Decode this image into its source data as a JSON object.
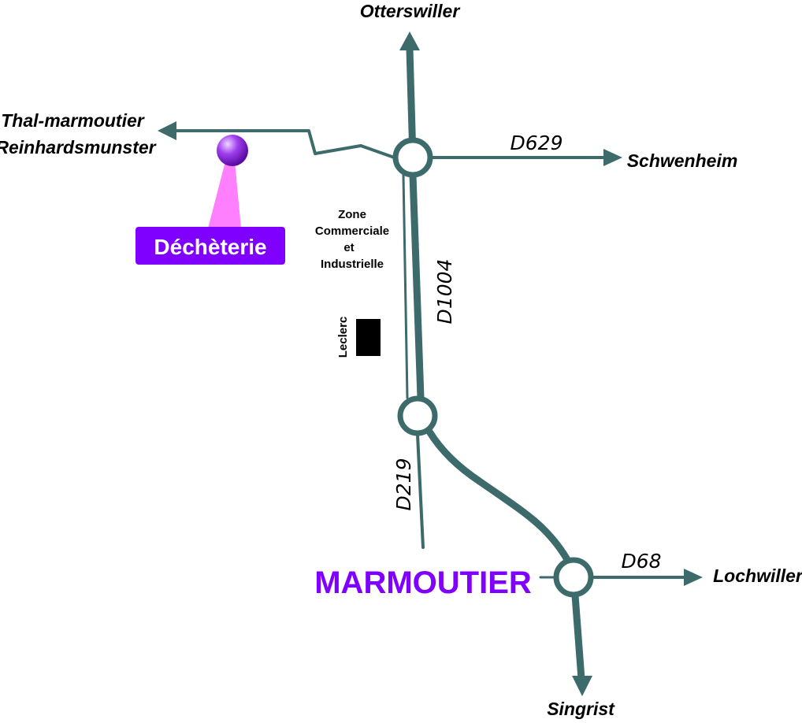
{
  "colors": {
    "road": "#3d6b6b",
    "accent": "#8000ff",
    "marker_beam": "#ff80ff",
    "building": "#000000"
  },
  "towns": {
    "north": "Otterswiller",
    "west_line1": "Thal-marmoutier",
    "west_line2": "Reinhardsmunster",
    "east": "Schwenheim",
    "southeast": "Lochwiller",
    "south": "Singrist"
  },
  "roads": {
    "d629": "D629",
    "d1004": "D1004",
    "d219": "D219",
    "d68": "D68"
  },
  "zone": {
    "line1": "Zone",
    "line2": "Commerciale",
    "line3": "et",
    "line4": "Industrielle"
  },
  "store": "Leclerc",
  "dechetterie": "Déchèterie",
  "city": "MARMOUTIER",
  "icons": {
    "marker": "pin-sphere-icon",
    "arrow": "arrow-head-icon",
    "roundabout": "roundabout-icon"
  }
}
